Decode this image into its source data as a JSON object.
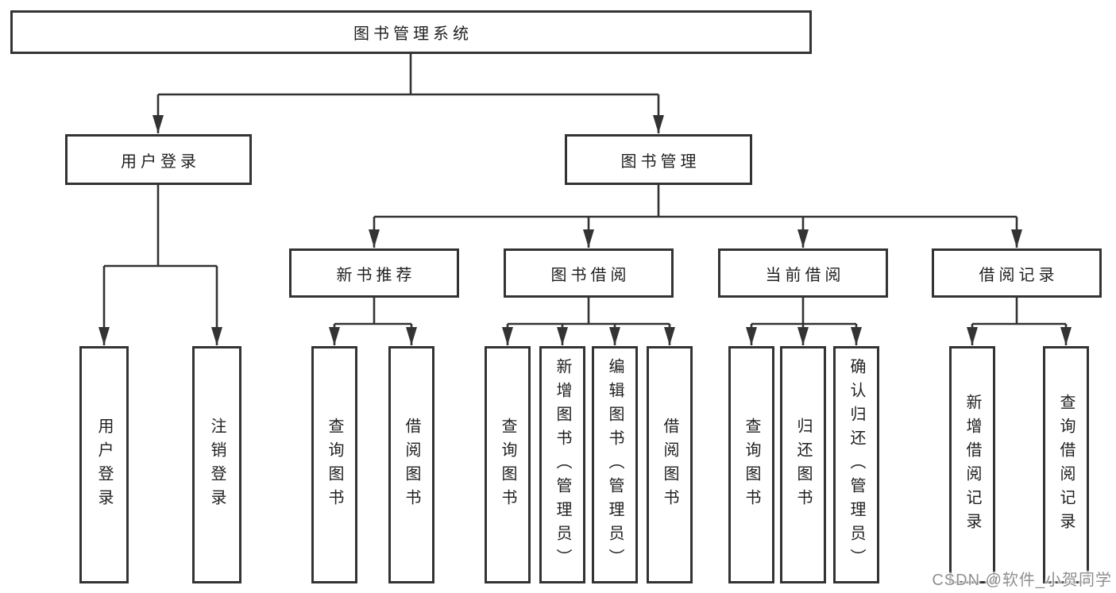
{
  "tree": {
    "root": {
      "label": "图书管理系统"
    },
    "branches": [
      {
        "label": "用户登录",
        "children": [
          {
            "label": "用户登录"
          },
          {
            "label": "注销登录"
          }
        ]
      },
      {
        "label": "图书管理",
        "children": [
          {
            "label": "新书推荐",
            "children": [
              {
                "label": "查询图书"
              },
              {
                "label": "借阅图书"
              }
            ]
          },
          {
            "label": "图书借阅",
            "children": [
              {
                "label": "查询图书"
              },
              {
                "label": "新增图书（管理员）"
              },
              {
                "label": "编辑图书（管理员）"
              },
              {
                "label": "借阅图书"
              }
            ]
          },
          {
            "label": "当前借阅",
            "children": [
              {
                "label": "查询图书"
              },
              {
                "label": "归还图书"
              },
              {
                "label": "确认归还（管理员）"
              }
            ]
          },
          {
            "label": "借阅记录",
            "children": [
              {
                "label": "新增借阅记录"
              },
              {
                "label": "查询借阅记录"
              }
            ]
          }
        ]
      }
    ]
  },
  "watermark": {
    "text": "CSDN @软件_小贺同学"
  },
  "colors": {
    "line": "#333333",
    "text": "#1f1f1f",
    "background": "#ffffff",
    "watermark": "#8f8f8f"
  }
}
